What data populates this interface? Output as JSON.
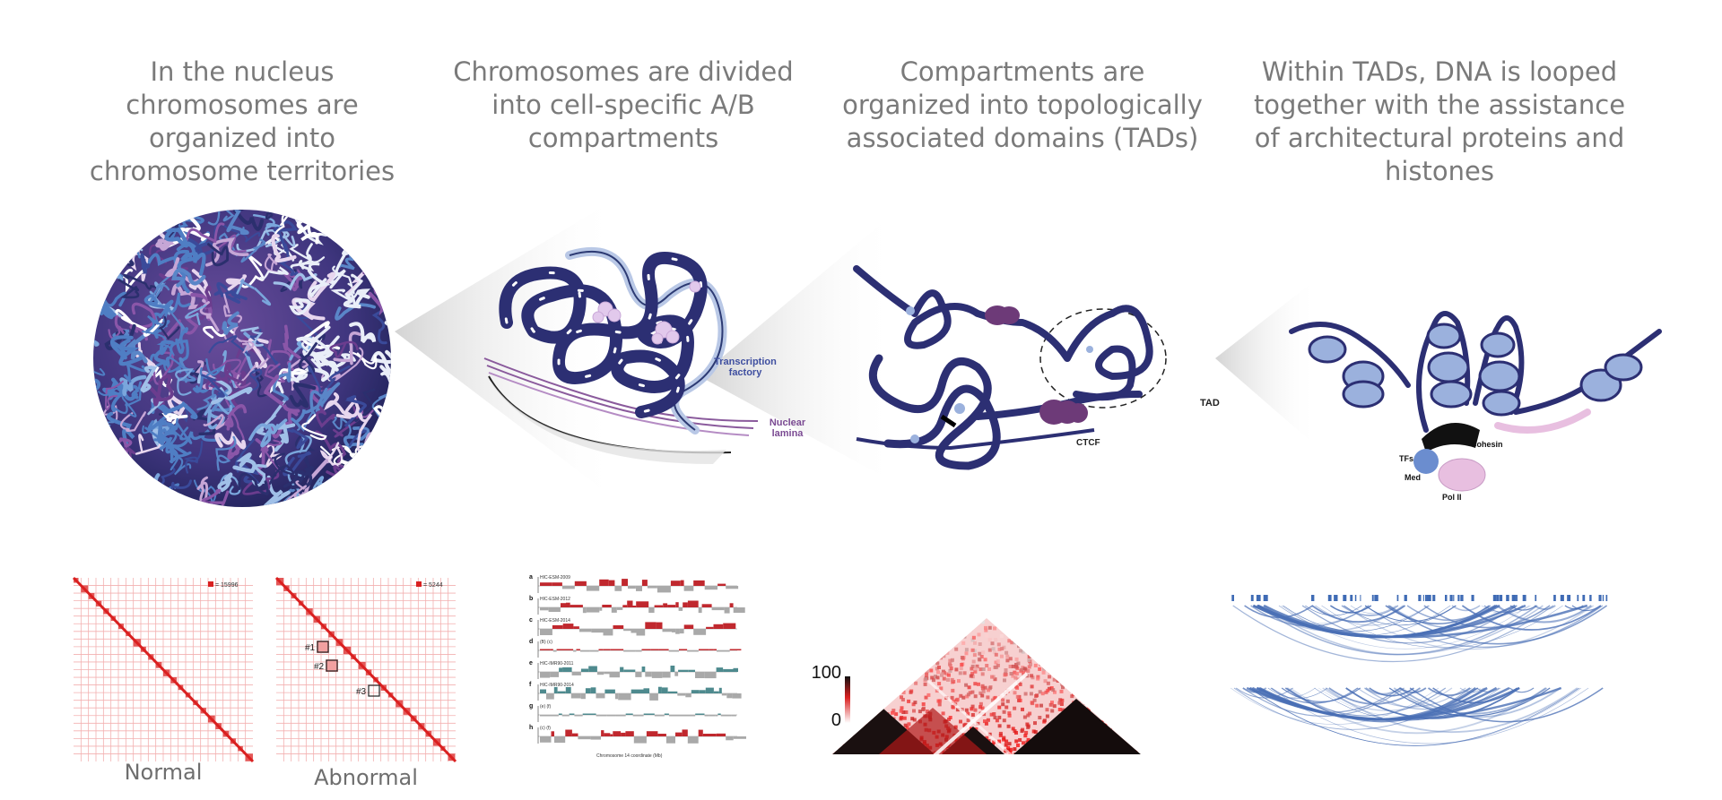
{
  "headings": {
    "territories": "In the nucleus chromosomes are organized into chromosome territories",
    "compartments": "Chromosomes are divided into cell-specific A/B compartments",
    "tads": "Compartments are organized into topologically associated domains (TADs)",
    "loops": "Within TADs, DNA is looped together with the assistance of architectural proteins and histones"
  },
  "labels": {
    "transcription_factory": "Transcription factory",
    "nuclear_lamina": "Nuclear lamina",
    "tad": "TAD",
    "ctcf": "CTCF",
    "cohesin": "Cohesin",
    "tfs": "TFs",
    "med": "Med",
    "pol2": "Pol II"
  },
  "matrices": {
    "normal": {
      "caption": "Normal",
      "count": "= 15996"
    },
    "abnormal": {
      "caption": "Abnormal",
      "count": "= 5244",
      "boxes": [
        "#1",
        "#2",
        "#3"
      ]
    }
  },
  "tracks": {
    "panels": [
      {
        "letter": "a",
        "name": "HIC-ESM-2009",
        "color": "#c0282e"
      },
      {
        "letter": "b",
        "name": "HIC-ESM-2012",
        "color": "#c0282e"
      },
      {
        "letter": "c",
        "name": "HIC-ESM-2014",
        "color": "#c0282e"
      },
      {
        "letter": "d",
        "name": "(B) (c)",
        "color": "#c0282e"
      },
      {
        "letter": "e",
        "name": "HIC-IMR90-2011",
        "color": "#4e8a8e"
      },
      {
        "letter": "f",
        "name": "HIC-IMR90-2014",
        "color": "#4e8a8e"
      },
      {
        "letter": "g",
        "name": "(e) (f)",
        "color": "#4e8a8e"
      },
      {
        "letter": "h",
        "name": "(c) (f)",
        "color": "#c0282e"
      }
    ],
    "xaxis_label": "Chromosome 14 coordinate (Mb)"
  },
  "heatmap": {
    "scale_max": "100",
    "scale_min": "0"
  },
  "colors": {
    "chromatin_dark": "#2c2f73",
    "chromatin_light": "#9bb1dd",
    "ctcf": "#6d3a78",
    "lamina": "#8a5a9c",
    "heat_red": "#d92020",
    "arc_blue": "#4a6fb5"
  }
}
